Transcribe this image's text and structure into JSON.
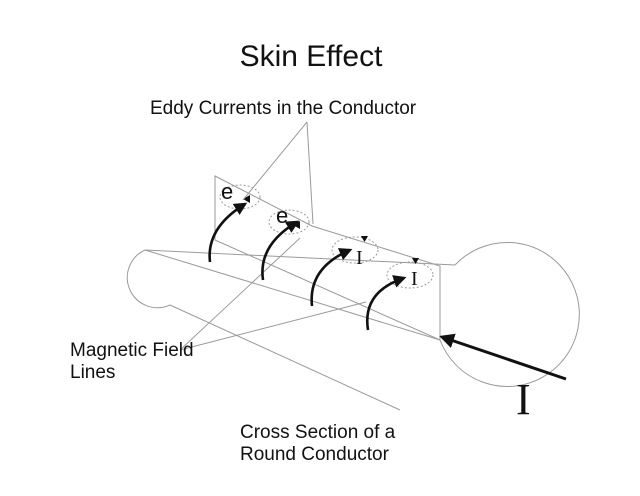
{
  "title": "Skin Effect",
  "labels": {
    "eddy_currents": "Eddy Currents in the Conductor",
    "magnetic_field_line1": "Magnetic Field",
    "magnetic_field_line2": "Lines",
    "cross_section_line1": "Cross Section of a",
    "cross_section_line2": "Round Conductor"
  },
  "symbols": {
    "eddy_e": "e",
    "current_i": "I"
  },
  "colors": {
    "background": "#ffffff",
    "outline": "#9a9a9a",
    "arrows": "#111111",
    "text": "#111111"
  }
}
